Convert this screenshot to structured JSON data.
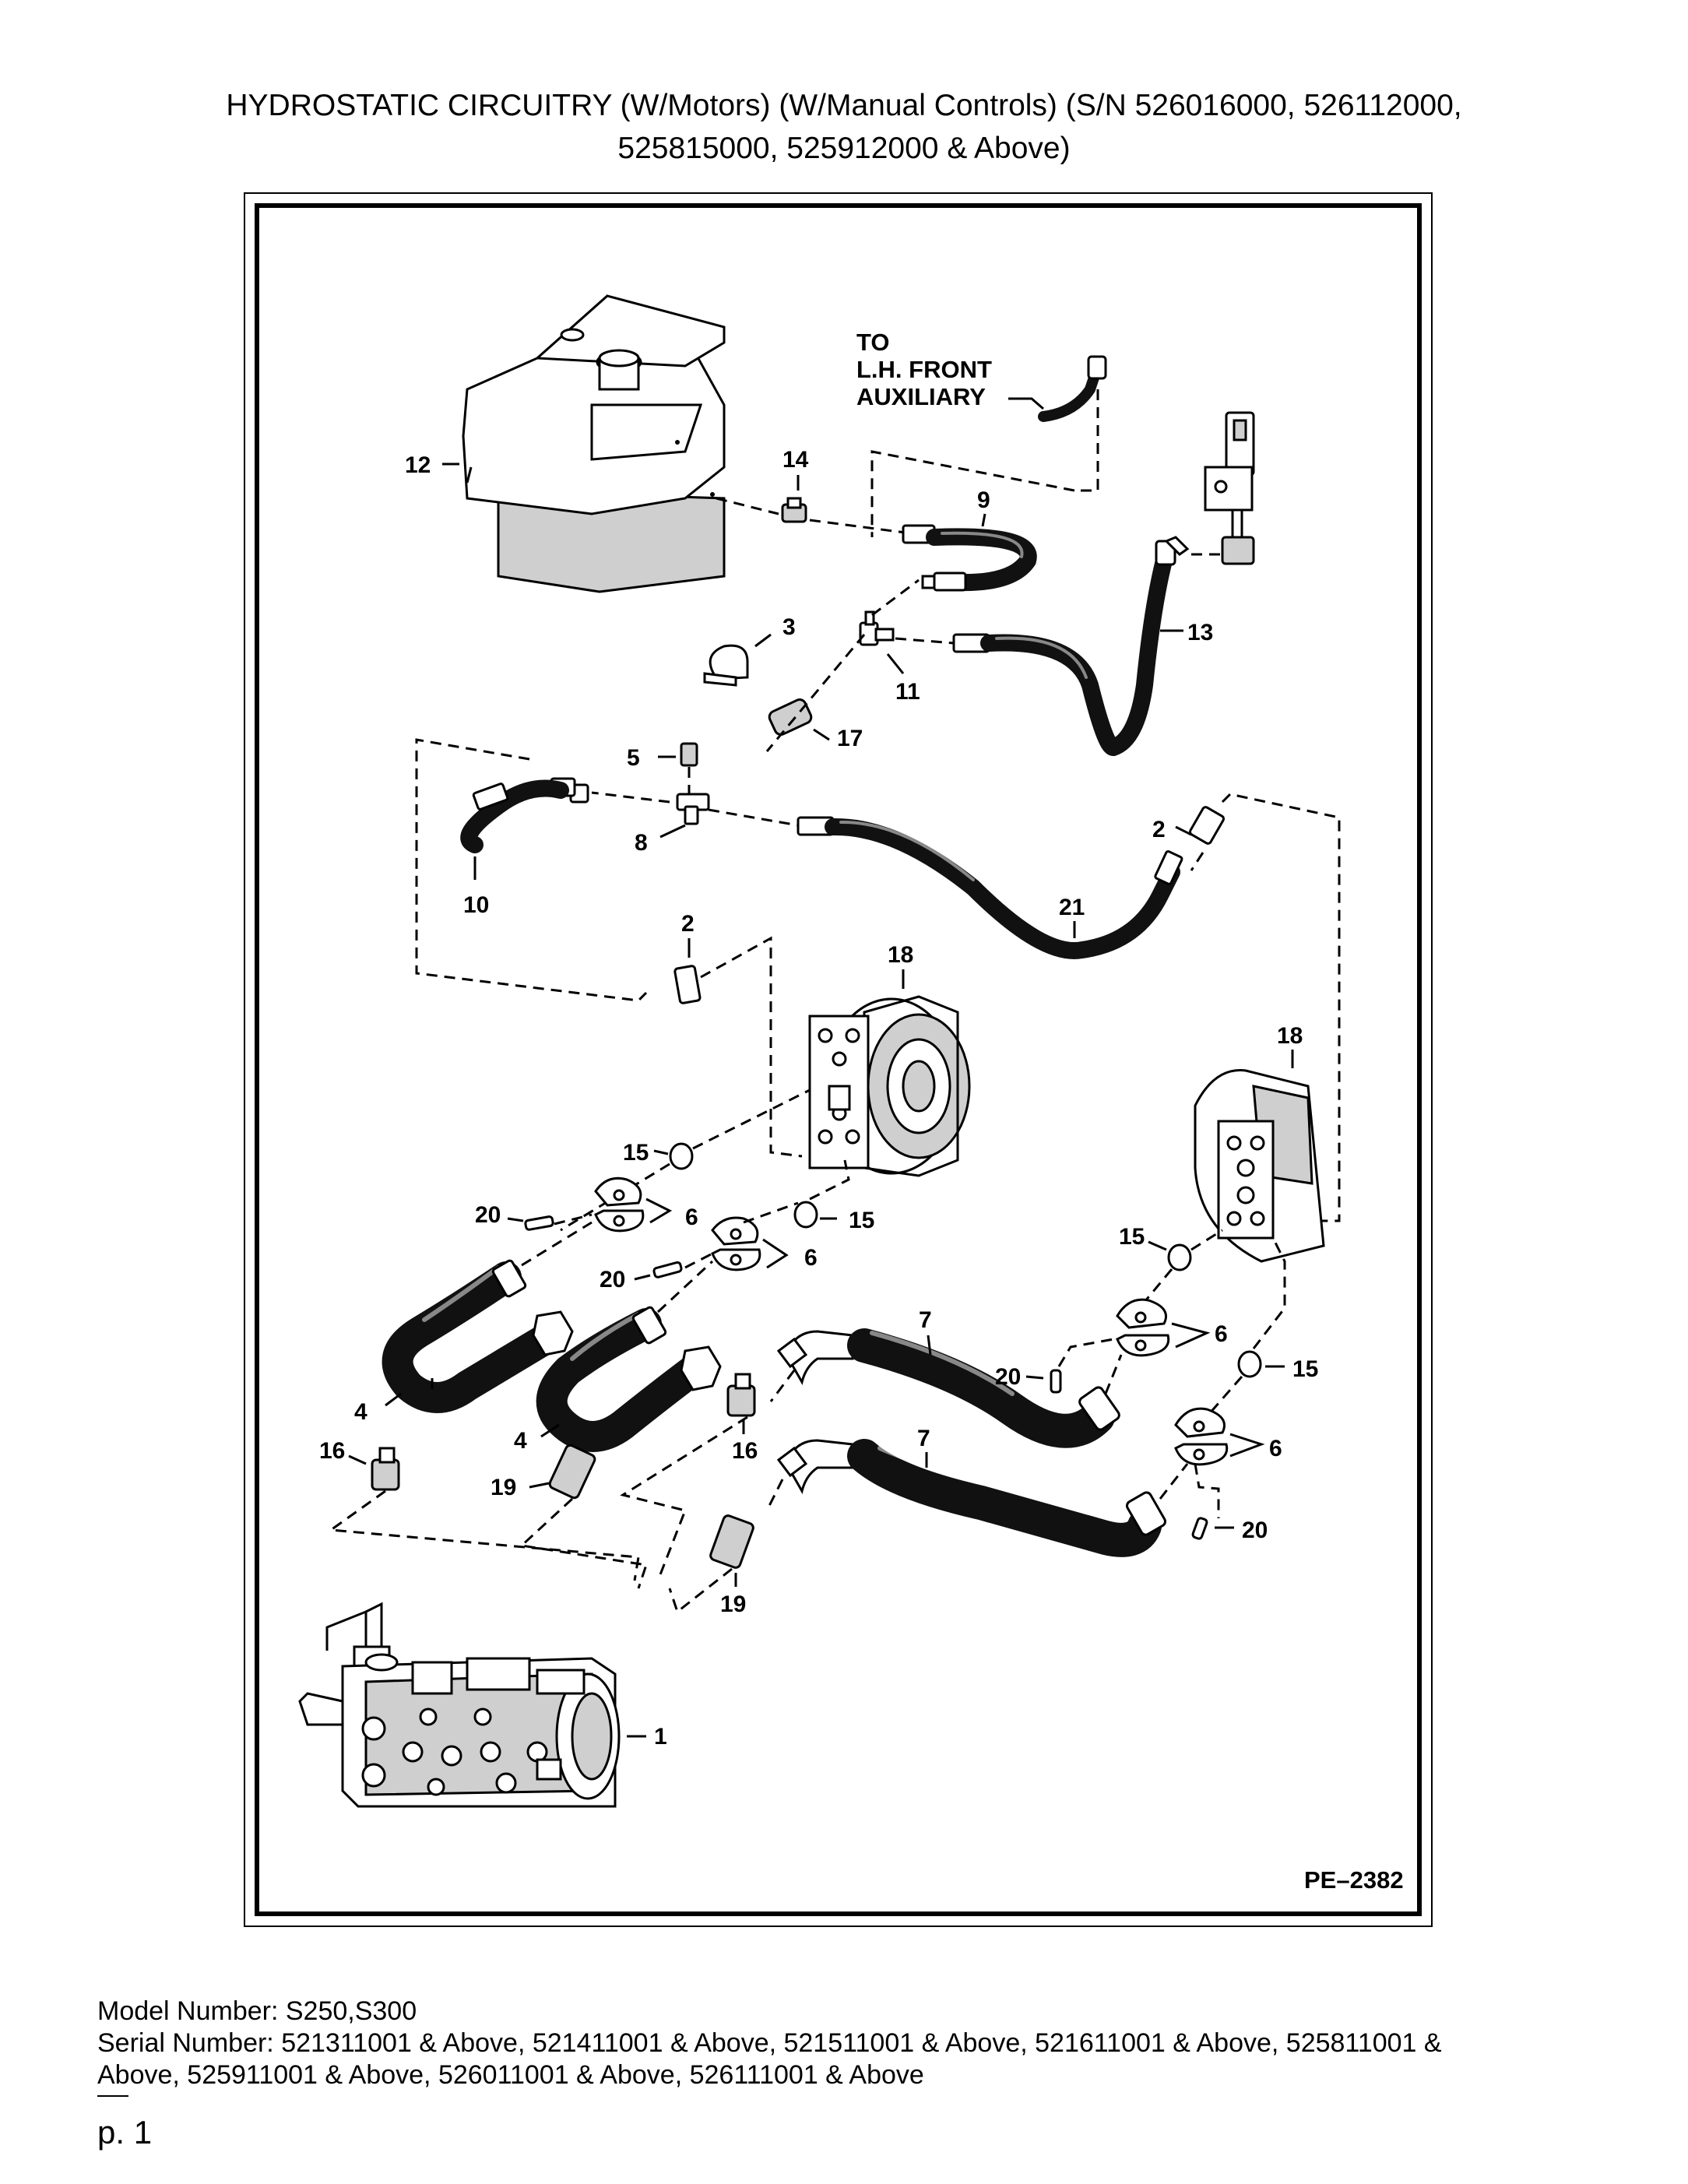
{
  "title": {
    "line1": "HYDROSTATIC CIRCUITRY (W/Motors) (W/Manual Controls) (S/N 526016000, 526112000,",
    "line2": "525815000, 525912000 & Above)"
  },
  "diagram": {
    "code": "PE–2382",
    "annotation": {
      "line1": "TO",
      "line2": "L.H. FRONT",
      "line3": "AUXILIARY"
    },
    "callouts": {
      "c12": "12",
      "c14": "14",
      "c9": "9",
      "c3": "3",
      "c11": "11",
      "c13": "13",
      "c17": "17",
      "c5": "5",
      "c8": "8",
      "c10": "10",
      "c2a": "2",
      "c2b": "2",
      "c21": "21",
      "c18a": "18",
      "c18b": "18",
      "c15a": "15",
      "c15b": "15",
      "c15c": "15",
      "c15d": "15",
      "c20a": "20",
      "c20b": "20",
      "c20c": "20",
      "c20d": "20",
      "c6a": "6",
      "c6b": "6",
      "c6c": "6",
      "c6d": "6",
      "c7a": "7",
      "c7b": "7",
      "c4a": "4",
      "c4b": "4",
      "c16a": "16",
      "c16b": "16",
      "c19a": "19",
      "c19b": "19",
      "c1": "1"
    }
  },
  "footer": {
    "model": "Model Number: S250,S300",
    "serial_line1": "Serial Number: 521311001 & Above, 521411001 & Above, 521511001 & Above, 521611001 & Above, 525811001 &",
    "serial_line2": "Above, 525911001 & Above, 526011001 & Above, 526111001 & Above",
    "page": "p. 1"
  }
}
